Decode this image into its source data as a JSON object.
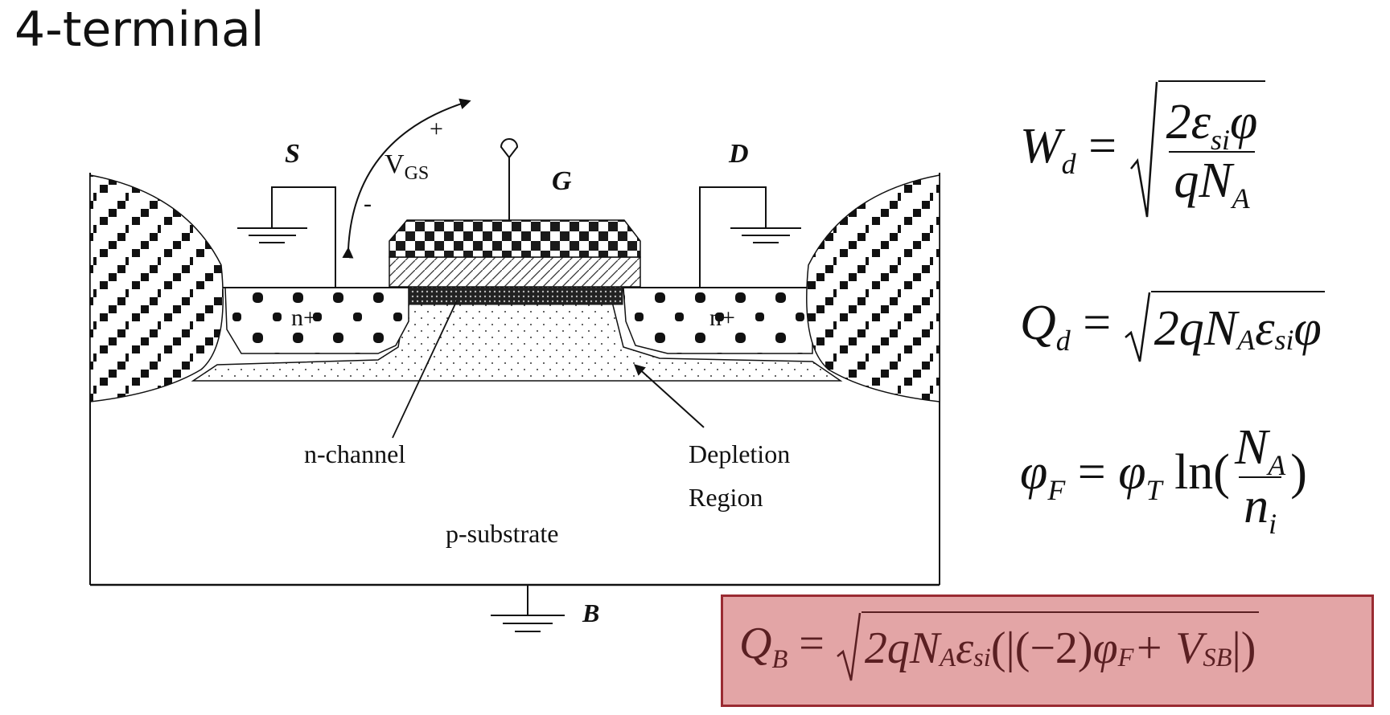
{
  "title": "4-terminal",
  "diagram": {
    "terminals": {
      "source": "S",
      "gate": "G",
      "drain": "D",
      "body": "B"
    },
    "vgs": {
      "label": "V",
      "sub": "GS",
      "plus": "+",
      "minus": "-"
    },
    "regions": {
      "source_doping": "n+",
      "drain_doping": "n+",
      "channel": "n-channel",
      "depletion_line1": "Depletion",
      "depletion_line2": "Region",
      "substrate": "p-substrate"
    }
  },
  "equations": {
    "wd": {
      "lhs": "W",
      "lhs_sub": "d",
      "num_pre": "2ε",
      "num_sub": "si",
      "num_post": "φ",
      "den_main": "qN",
      "den_sub": "A"
    },
    "qd": {
      "lhs": "Q",
      "lhs_sub": "d",
      "rad_pre": "2qN",
      "rad_sub1": "A",
      "rad_mid": "ε",
      "rad_sub2": "si",
      "rad_post": "φ"
    },
    "phif": {
      "lhs": "φ",
      "lhs_sub": "F",
      "rhs": "φ",
      "rhs_sub": "T",
      "ln": "ln(",
      "num_main": "N",
      "num_sub": "A",
      "den_main": "n",
      "den_sub": "i",
      "close": ")"
    },
    "qb": {
      "lhs": "Q",
      "lhs_sub": "B",
      "rad_pre": "2qN",
      "rad_sub1": "A",
      "rad_mid": "ε",
      "rad_sub2": "si",
      "open": "(|(−2)",
      "phi": "φ",
      "phi_sub": "F",
      "plus": " + V",
      "v_sub": "SB",
      "close": "|)"
    }
  },
  "colors": {
    "highlight_fill": "#e3a5a6",
    "highlight_border": "#9a2b32",
    "equation_text": "#111111"
  }
}
